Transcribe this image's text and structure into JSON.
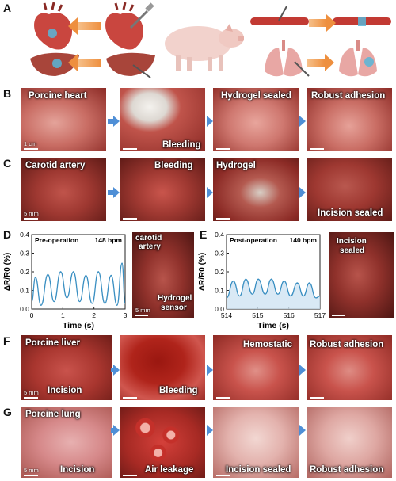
{
  "panels": {
    "a": "A",
    "b": "B",
    "c": "C",
    "d": "D",
    "e": "E",
    "f": "F",
    "g": "G"
  },
  "row_b": {
    "photos": [
      {
        "label": "Porcine heart",
        "scale": "1 cm"
      },
      {
        "label": "Bleeding"
      },
      {
        "label": "Hydrogel sealed"
      },
      {
        "label": "Robust adhesion"
      }
    ]
  },
  "row_c": {
    "photos": [
      {
        "label": "Carotid artery",
        "scale": "5 mm"
      },
      {
        "label": "Bleeding"
      },
      {
        "label": "Hydrogel"
      },
      {
        "label": "Incision sealed"
      }
    ]
  },
  "row_f": {
    "photos": [
      {
        "label": "Porcine liver",
        "label2": "Incision",
        "scale": "5 mm"
      },
      {
        "label": "Bleeding"
      },
      {
        "label": "Hemostatic"
      },
      {
        "label": "Robust adhesion"
      }
    ]
  },
  "row_g": {
    "photos": [
      {
        "label": "Porcine lung",
        "label2": "Incision",
        "scale": "5 mm"
      },
      {
        "label": "Air leakage"
      },
      {
        "label": "Incision sealed"
      },
      {
        "label": "Robust adhesion"
      }
    ]
  },
  "panel_d_photo": {
    "label1": "carotid",
    "label2": "artery",
    "label3": "Hydrogel",
    "label4": "sensor",
    "scale": "5 mm"
  },
  "panel_e_photo": {
    "label1": "Incision",
    "label2": "sealed"
  },
  "chart_data": [
    {
      "type": "line",
      "title": "Pre-operation",
      "annotation": "148 bpm",
      "xlabel": "Time (s)",
      "ylabel": "ΔR/R0 (%)",
      "xlim": [
        0,
        3
      ],
      "ylim": [
        0,
        0.4
      ],
      "xticks": [
        "0",
        "1",
        "2",
        "3"
      ],
      "yticks": [
        "0.0",
        "0.1",
        "0.2",
        "0.3",
        "0.4"
      ],
      "peaks": [
        {
          "t": 0.12,
          "v": 0.17
        },
        {
          "t": 0.52,
          "v": 0.185
        },
        {
          "t": 0.93,
          "v": 0.2
        },
        {
          "t": 1.34,
          "v": 0.2
        },
        {
          "t": 1.74,
          "v": 0.18
        },
        {
          "t": 2.14,
          "v": 0.2
        },
        {
          "t": 2.55,
          "v": 0.18
        },
        {
          "t": 2.9,
          "v": 0.245
        }
      ],
      "troughs": [
        {
          "t": 0.0,
          "v": 0.04
        },
        {
          "t": 0.3,
          "v": 0.02
        },
        {
          "t": 0.72,
          "v": 0.04
        },
        {
          "t": 1.13,
          "v": 0.06
        },
        {
          "t": 1.54,
          "v": 0.04
        },
        {
          "t": 1.94,
          "v": 0.03
        },
        {
          "t": 2.35,
          "v": 0.03
        },
        {
          "t": 2.74,
          "v": 0.02
        },
        {
          "t": 3.0,
          "v": 0.03
        }
      ],
      "color": "#3a8fc2"
    },
    {
      "type": "area",
      "title": "Post-operation",
      "annotation": "140 bpm",
      "xlabel": "Time (s)",
      "ylabel": "ΔR/R0 (%)",
      "xlim": [
        514,
        517
      ],
      "ylim": [
        0,
        0.4
      ],
      "xticks": [
        "514",
        "515",
        "516",
        "517"
      ],
      "yticks": [
        "0.0",
        "0.1",
        "0.2",
        "0.3",
        "0.4"
      ],
      "peaks": [
        {
          "t": 514.22,
          "v": 0.15
        },
        {
          "t": 514.62,
          "v": 0.16
        },
        {
          "t": 515.02,
          "v": 0.16
        },
        {
          "t": 515.44,
          "v": 0.16
        },
        {
          "t": 515.85,
          "v": 0.15
        },
        {
          "t": 516.27,
          "v": 0.14
        },
        {
          "t": 516.66,
          "v": 0.14
        }
      ],
      "troughs": [
        {
          "t": 514.0,
          "v": 0.06
        },
        {
          "t": 514.42,
          "v": 0.07
        },
        {
          "t": 514.83,
          "v": 0.08
        },
        {
          "t": 515.24,
          "v": 0.08
        },
        {
          "t": 515.65,
          "v": 0.08
        },
        {
          "t": 516.06,
          "v": 0.07
        },
        {
          "t": 516.47,
          "v": 0.07
        },
        {
          "t": 516.87,
          "v": 0.06
        },
        {
          "t": 517.0,
          "v": 0.07
        }
      ],
      "color": "#3a8fc2",
      "fill": "#cfe4f2"
    }
  ],
  "colors": {
    "tissue_red": "#b33a30",
    "arrow_blue": "#4f8fd6",
    "arrow_orange": "#ee8f3e"
  }
}
